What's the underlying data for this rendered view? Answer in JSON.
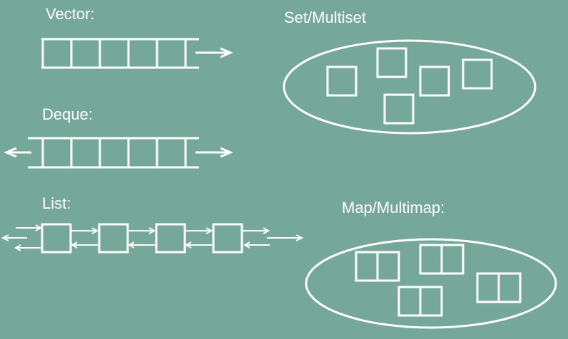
{
  "colors": {
    "background": "#76a89a",
    "stroke": "#ffffff"
  },
  "labels": {
    "vector": "Vector:",
    "deque": "Deque:",
    "list": "List:",
    "set_multiset": "Set/Multiset",
    "map_multimap": "Map/Multimap:"
  },
  "vector": {
    "cells": 5
  },
  "deque": {
    "cells": 5
  },
  "list": {
    "nodes": 4
  },
  "set_multiset": {
    "elements": 5
  },
  "map_multimap": {
    "elements": 4
  }
}
